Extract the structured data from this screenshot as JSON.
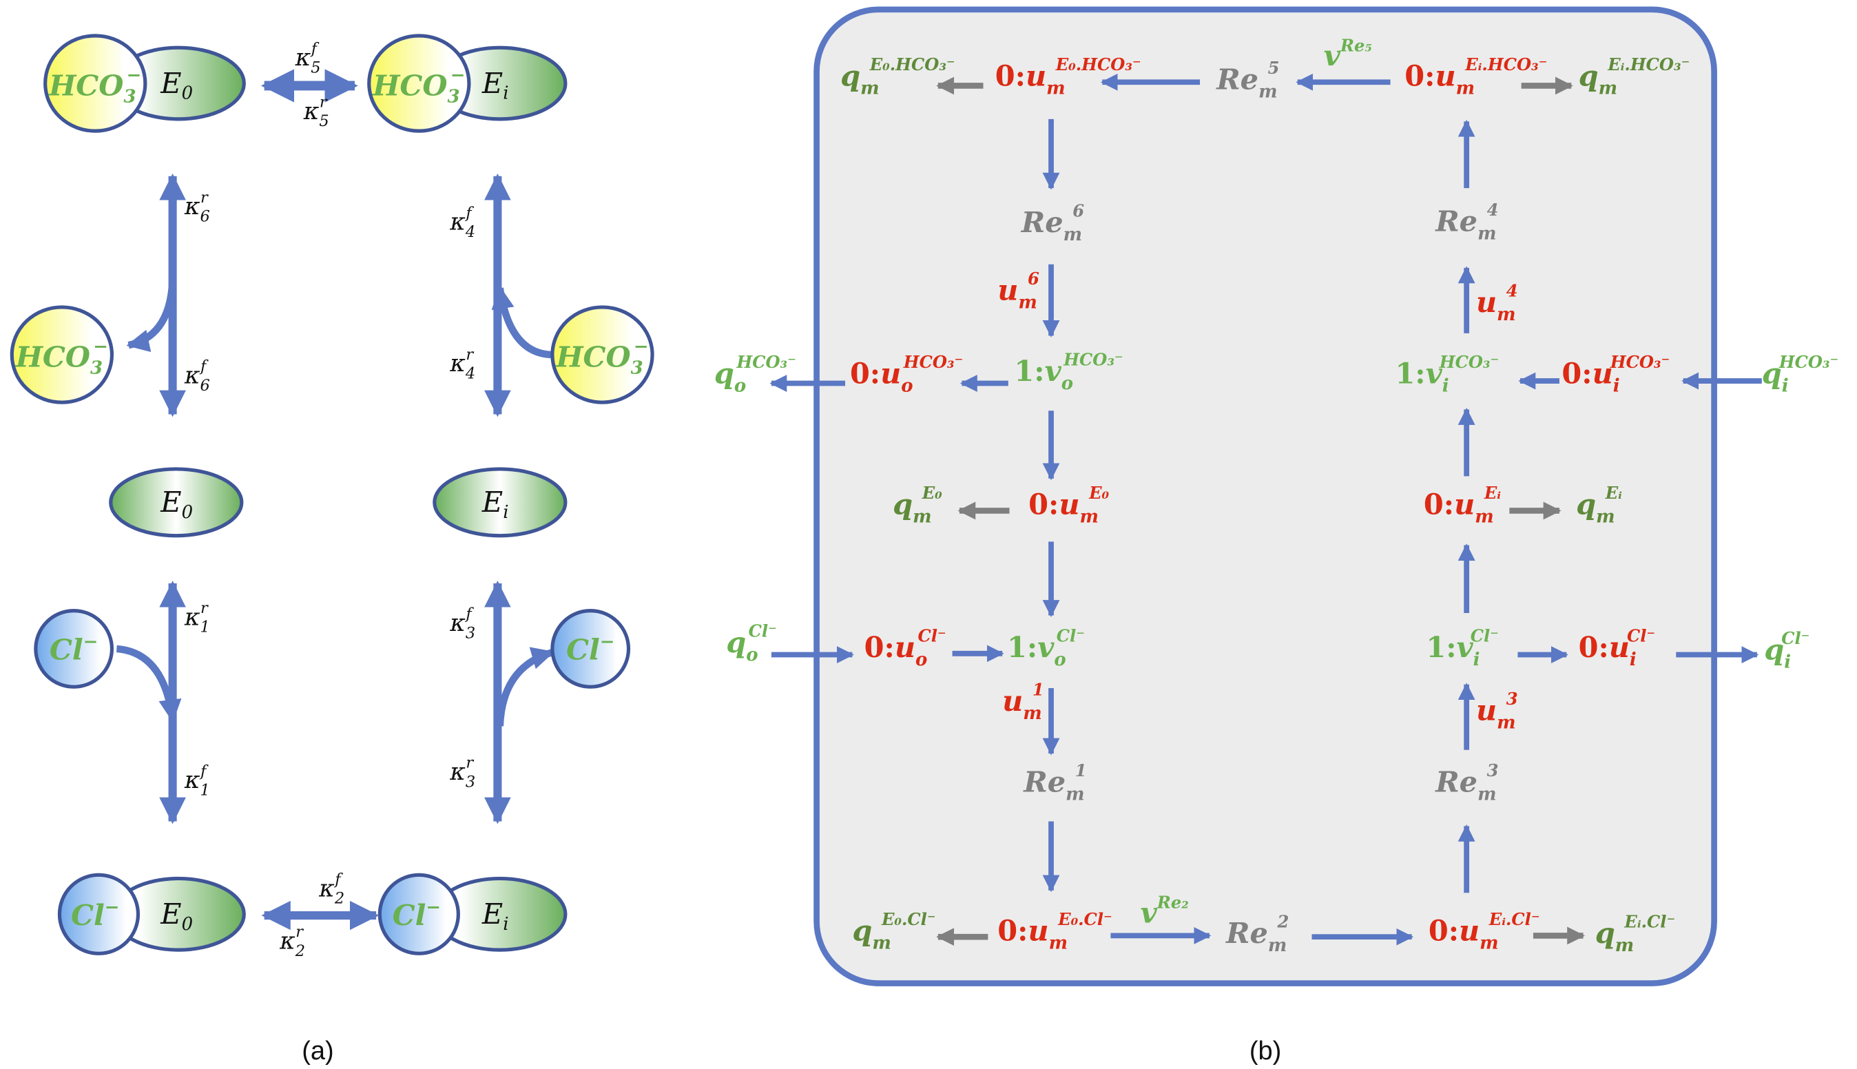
{
  "panel_a": {
    "caption": "(a)",
    "states": {
      "top_left": {
        "ion": "HCO",
        "ion_sub": "3",
        "ion_sup": "−",
        "enzyme": "E",
        "enzyme_sub": "0"
      },
      "top_right": {
        "ion": "HCO",
        "ion_sub": "3",
        "ion_sup": "−",
        "enzyme": "E",
        "enzyme_sub": "i"
      },
      "mid_left": {
        "enzyme": "E",
        "enzyme_sub": "0"
      },
      "mid_right": {
        "enzyme": "E",
        "enzyme_sub": "i"
      },
      "bottom_left": {
        "ion": "Cl",
        "ion_sup": "−",
        "enzyme": "E",
        "enzyme_sub": "0"
      },
      "bottom_right": {
        "ion": "Cl",
        "ion_sup": "−",
        "enzyme": "E",
        "enzyme_sub": "i"
      }
    },
    "free_ions": {
      "hco3_left": {
        "text": "HCO",
        "sub": "3",
        "sup": "−"
      },
      "hco3_right": {
        "text": "HCO",
        "sub": "3",
        "sup": "−"
      },
      "cl_left": {
        "text": "Cl",
        "sup": "−"
      },
      "cl_right": {
        "text": "Cl",
        "sup": "−"
      }
    },
    "rates": {
      "k5f": {
        "base": "κ",
        "sub": "5",
        "sup": "f"
      },
      "k5r": {
        "base": "κ",
        "sub": "5",
        "sup": "r"
      },
      "k6r": {
        "base": "κ",
        "sub": "6",
        "sup": "r"
      },
      "k6f": {
        "base": "κ",
        "sub": "6",
        "sup": "f"
      },
      "k4f": {
        "base": "κ",
        "sub": "4",
        "sup": "f"
      },
      "k4r": {
        "base": "κ",
        "sub": "4",
        "sup": "r"
      },
      "k1r": {
        "base": "κ",
        "sub": "1",
        "sup": "r"
      },
      "k1f": {
        "base": "κ",
        "sub": "1",
        "sup": "f"
      },
      "k3f": {
        "base": "κ",
        "sub": "3",
        "sup": "f"
      },
      "k3r": {
        "base": "κ",
        "sub": "3",
        "sup": "r"
      },
      "k2f": {
        "base": "κ",
        "sub": "2",
        "sup": "f"
      },
      "k2r": {
        "base": "κ",
        "sub": "2",
        "sup": "r"
      }
    }
  },
  "panel_b": {
    "caption": "(b)",
    "nodes": {
      "q_m_Eo_HCO3": {
        "pre": "",
        "base": "q",
        "sub": "m",
        "sup": "E₀.HCO₃⁻"
      },
      "u_m_Eo_HCO3": {
        "pre": "0:",
        "base": "u",
        "sub": "m",
        "sup": "E₀.HCO₃⁻"
      },
      "Re5": {
        "pre": "",
        "base": "Re",
        "sub": "m",
        "sup": "5"
      },
      "v_Re5": {
        "pre": "",
        "base": "v",
        "sub": "",
        "sup": "Re₅"
      },
      "u_m_Ei_HCO3": {
        "pre": "0:",
        "base": "u",
        "sub": "m",
        "sup": "Eᵢ.HCO₃⁻"
      },
      "q_m_Ei_HCO3": {
        "pre": "",
        "base": "q",
        "sub": "m",
        "sup": "Eᵢ.HCO₃⁻"
      },
      "Re6": {
        "pre": "",
        "base": "Re",
        "sub": "m",
        "sup": "6"
      },
      "Re4": {
        "pre": "",
        "base": "Re",
        "sub": "m",
        "sup": "4"
      },
      "u_m6": {
        "pre": "",
        "base": "u",
        "sub": "m",
        "sup": "6"
      },
      "u_m4": {
        "pre": "",
        "base": "u",
        "sub": "m",
        "sup": "4"
      },
      "q_o_HCO3": {
        "pre": "",
        "base": "q",
        "sub": "o",
        "sup": "HCO₃⁻"
      },
      "u_o_HCO3": {
        "pre": "0:",
        "base": "u",
        "sub": "o",
        "sup": "HCO₃⁻"
      },
      "v_o_HCO3": {
        "pre": "1:",
        "base": "v",
        "sub": "o",
        "sup": "HCO₃⁻"
      },
      "v_i_HCO3": {
        "pre": "1:",
        "base": "v",
        "sub": "i",
        "sup": "HCO₃⁻"
      },
      "u_i_HCO3": {
        "pre": "0:",
        "base": "u",
        "sub": "i",
        "sup": "HCO₃⁻"
      },
      "q_i_HCO3": {
        "pre": "",
        "base": "q",
        "sub": "i",
        "sup": "HCO₃⁻"
      },
      "q_m_Eo": {
        "pre": "",
        "base": "q",
        "sub": "m",
        "sup": "E₀"
      },
      "u_m_Eo": {
        "pre": "0:",
        "base": "u",
        "sub": "m",
        "sup": "E₀"
      },
      "u_m_Ei": {
        "pre": "0:",
        "base": "u",
        "sub": "m",
        "sup": "Eᵢ"
      },
      "q_m_Ei": {
        "pre": "",
        "base": "q",
        "sub": "m",
        "sup": "Eᵢ"
      },
      "q_o_Cl": {
        "pre": "",
        "base": "q",
        "sub": "o",
        "sup": "Cl⁻"
      },
      "u_o_Cl": {
        "pre": "0:",
        "base": "u",
        "sub": "o",
        "sup": "Cl⁻"
      },
      "v_o_Cl": {
        "pre": "1:",
        "base": "v",
        "sub": "o",
        "sup": "Cl⁻"
      },
      "v_i_Cl": {
        "pre": "1:",
        "base": "v",
        "sub": "i",
        "sup": "Cl⁻"
      },
      "u_i_Cl": {
        "pre": "0:",
        "base": "u",
        "sub": "i",
        "sup": "Cl⁻"
      },
      "q_i_Cl": {
        "pre": "",
        "base": "q",
        "sub": "i",
        "sup": "Cl⁻"
      },
      "u_m1": {
        "pre": "",
        "base": "u",
        "sub": "m",
        "sup": "1"
      },
      "u_m3": {
        "pre": "",
        "base": "u",
        "sub": "m",
        "sup": "3"
      },
      "Re1": {
        "pre": "",
        "base": "Re",
        "sub": "m",
        "sup": "1"
      },
      "Re3": {
        "pre": "",
        "base": "Re",
        "sub": "m",
        "sup": "3"
      },
      "q_m_Eo_Cl": {
        "pre": "",
        "base": "q",
        "sub": "m",
        "sup": "E₀.Cl⁻"
      },
      "u_m_Eo_Cl": {
        "pre": "0:",
        "base": "u",
        "sub": "m",
        "sup": "E₀.Cl⁻"
      },
      "v_Re2": {
        "pre": "",
        "base": "v",
        "sub": "",
        "sup": "Re₂"
      },
      "Re2": {
        "pre": "",
        "base": "Re",
        "sub": "m",
        "sup": "2"
      },
      "u_m_Ei_Cl": {
        "pre": "0:",
        "base": "u",
        "sub": "m",
        "sup": "Eᵢ.Cl⁻"
      },
      "q_m_Ei_Cl": {
        "pre": "",
        "base": "q",
        "sub": "m",
        "sup": "Eᵢ.Cl⁻"
      }
    }
  },
  "colors": {
    "arrow_blue": "#5b78c4",
    "arrow_gray": "#808080",
    "effort_red": "#dc2a14",
    "flow_green": "#6ab150",
    "state_green": "#5f8a3a",
    "reaction_gray": "#808080",
    "box_fill": "#ececec",
    "box_stroke": "#5b78c4",
    "outline": "#3f5597",
    "hco3_yellow": "#f8f85a",
    "cl_blue": "#6fa8ea",
    "enzyme_green": "#6aaf5c"
  }
}
